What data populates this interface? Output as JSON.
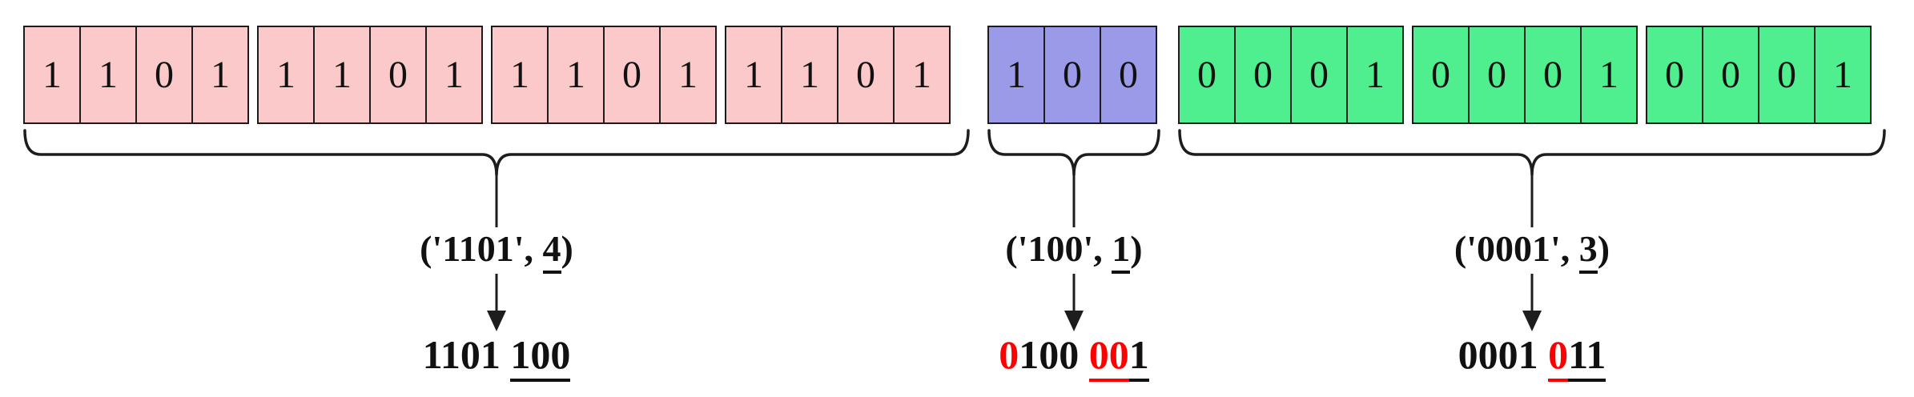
{
  "colors": {
    "pink": "#fbc9c9",
    "purple": "#9a9ae9",
    "green": "#4fee8f",
    "red": "#fe0000",
    "border": "#1c1c1c",
    "line": "#1d1d1d"
  },
  "cells": {
    "pink": {
      "groups": [
        [
          "1",
          "1",
          "0",
          "1"
        ],
        [
          "1",
          "1",
          "0",
          "1"
        ],
        [
          "1",
          "1",
          "0",
          "1"
        ],
        [
          "1",
          "1",
          "0",
          "1"
        ]
      ]
    },
    "purple": {
      "groups": [
        [
          "1",
          "0",
          "0"
        ]
      ]
    },
    "green": {
      "groups": [
        [
          "0",
          "0",
          "0",
          "1"
        ],
        [
          "0",
          "0",
          "0",
          "1"
        ],
        [
          "0",
          "0",
          "0",
          "1"
        ]
      ]
    }
  },
  "labels": {
    "pink": {
      "prefix": "('1101', ",
      "count": "4",
      "suffix": ")"
    },
    "purple": {
      "prefix": "('100', ",
      "count": "1",
      "suffix": ")"
    },
    "green": {
      "prefix": "('0001', ",
      "count": "3",
      "suffix": ")"
    }
  },
  "results": {
    "pink": {
      "base": "1101 ",
      "tail": "100"
    },
    "purple": {
      "pad": "0",
      "base": "100 ",
      "pad2": "00",
      "tail": "1"
    },
    "green": {
      "base": "0001 ",
      "pad": "0",
      "tail": "11"
    }
  }
}
